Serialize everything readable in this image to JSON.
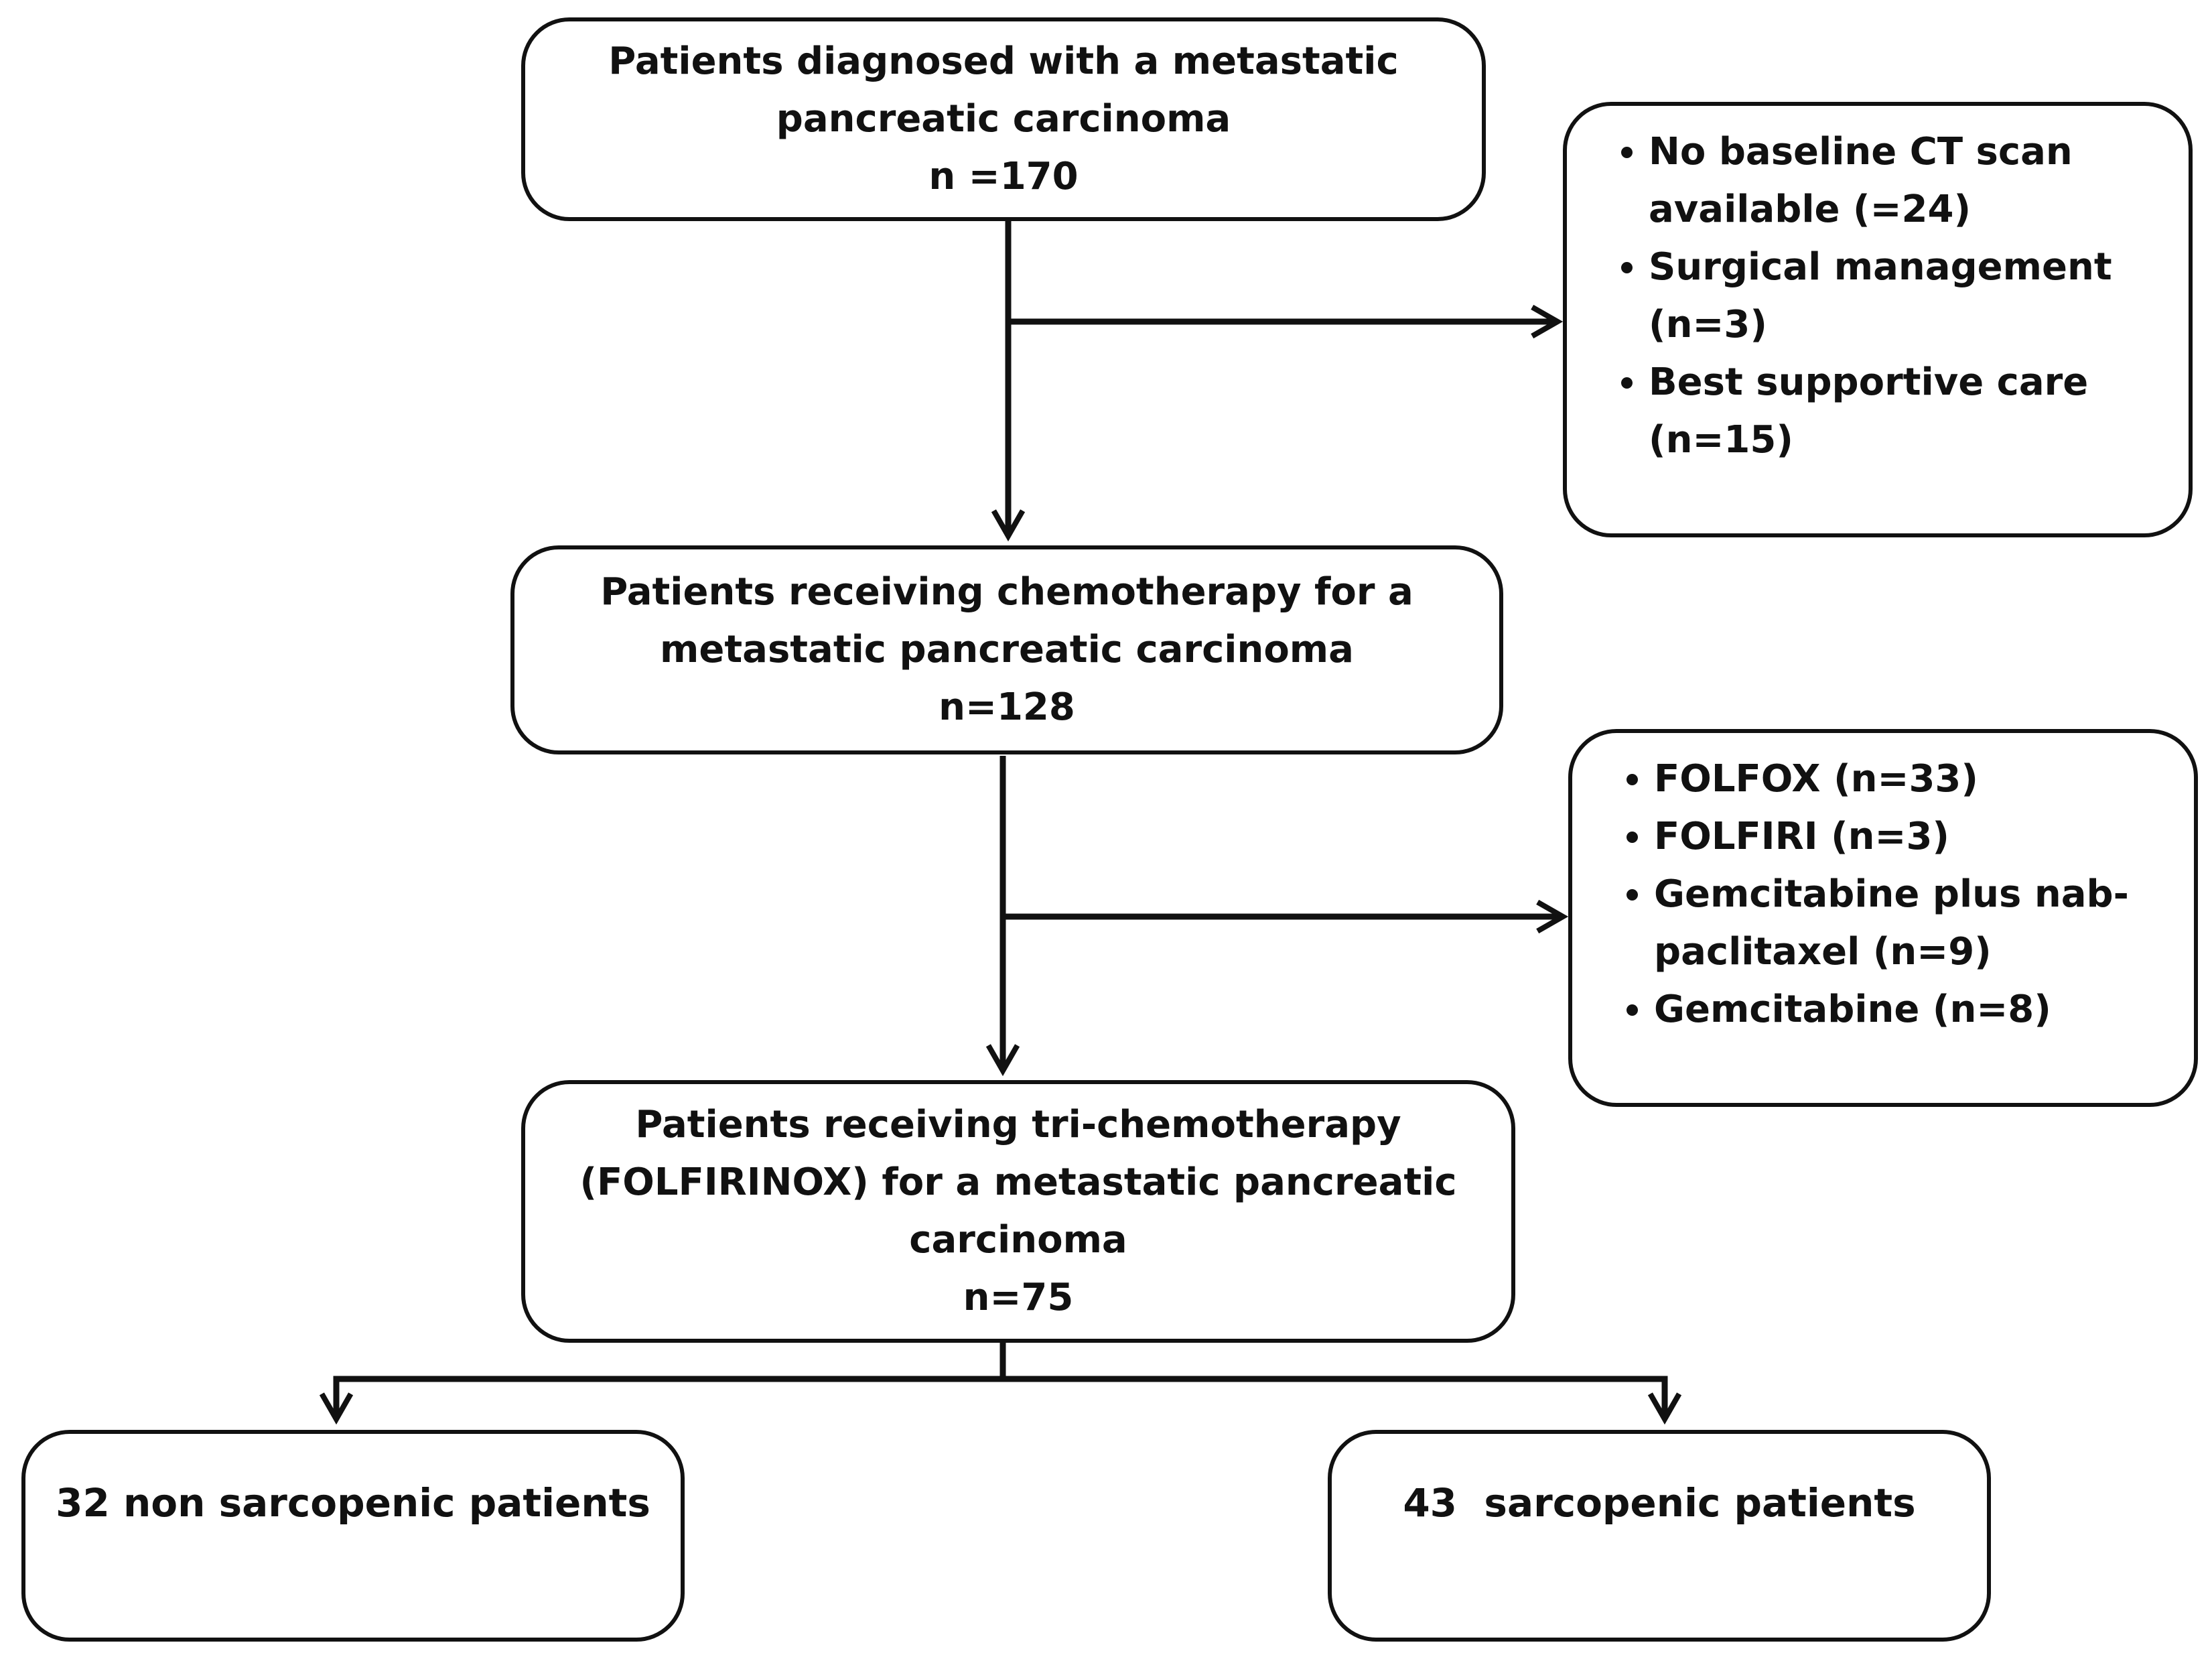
{
  "diagram": {
    "box_diagnosed": {
      "lines": [
        "Patients diagnosed with a metastatic",
        "pancreatic carcinoma",
        "n =170"
      ]
    },
    "exclusions_1": {
      "items": [
        [
          "No baseline CT scan",
          "available (=24)"
        ],
        [
          "Surgical management",
          "(n=3)"
        ],
        [
          "Best supportive care",
          "(n=15)"
        ]
      ]
    },
    "box_chemo": {
      "lines": [
        "Patients receiving chemotherapy for a",
        "metastatic pancreatic carcinoma",
        "n=128"
      ]
    },
    "exclusions_2": {
      "items": [
        [
          "FOLFOX (n=33)"
        ],
        [
          "FOLFIRI (n=3)"
        ],
        [
          "Gemcitabine plus nab-",
          "paclitaxel (n=9)"
        ],
        [
          "Gemcitabine (n=8)"
        ]
      ]
    },
    "box_tri": {
      "lines": [
        "Patients receiving tri-chemotherapy",
        "(FOLFIRINOX) for a metastatic pancreatic",
        "carcinoma",
        "n=75"
      ]
    },
    "outcome_left": {
      "label": "32 non sarcopenic patients"
    },
    "outcome_right": {
      "label": "43  sarcopenic patients"
    }
  },
  "colors": {
    "stroke": "#111111",
    "background": "#ffffff"
  }
}
